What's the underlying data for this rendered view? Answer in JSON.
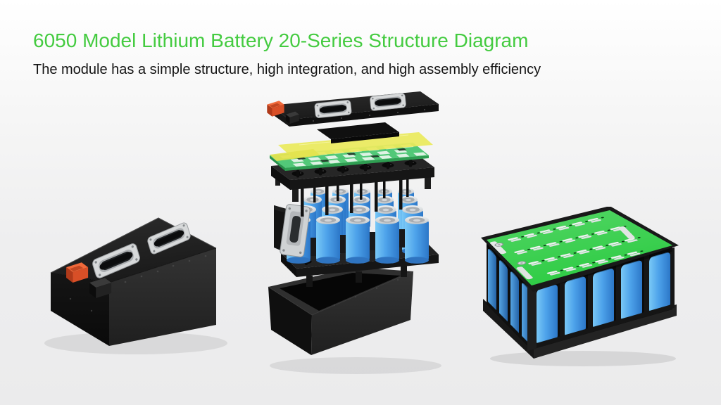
{
  "page": {
    "title": "6050 Model Lithium Battery 20-Series Structure Diagram",
    "subtitle": "The module has a simple structure, high integration, and high assembly efficiency"
  },
  "colors": {
    "title_green": "#44cb40",
    "text_black": "#141414",
    "background_top": "#ffffff",
    "background_bottom": "#ebebec",
    "pcb_green": "#2ecc44",
    "pcb_green_center": "#52c878",
    "insulation_yellow": "#e9e95c",
    "cell_blue": "#4aa0e8",
    "connector_red": "#e2542a",
    "enclosure_black": "#1e1e1e",
    "metal_silver": "#d6d8da"
  },
  "figures": [
    {
      "name": "closed-battery-pack-render"
    },
    {
      "name": "exploded-battery-module-render"
    },
    {
      "name": "assembled-battery-module-render"
    }
  ]
}
